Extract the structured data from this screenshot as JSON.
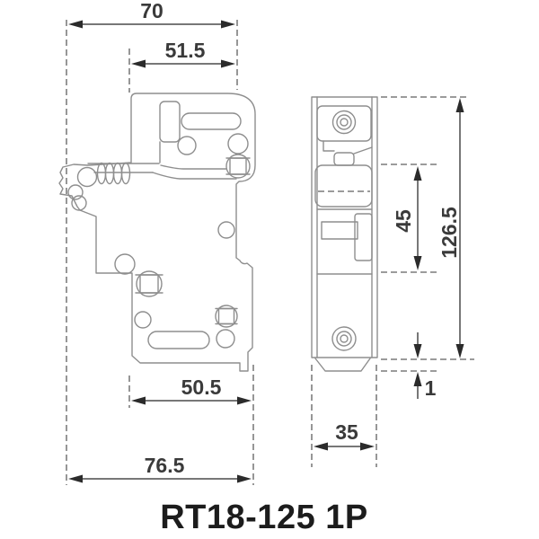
{
  "caption": {
    "label": "RT18-125 1P"
  },
  "side_view": {
    "dims": {
      "top_width": "70",
      "upper_width": "51.5",
      "lower_width": "50.5",
      "bottom_width": "76.5"
    }
  },
  "front_view": {
    "dims": {
      "carrier_height": "45",
      "total_height": "126.5",
      "foot_gap": "1",
      "width": "35"
    }
  },
  "colors": {
    "background": "#ffffff",
    "outline": "#8e8e8e",
    "dashed_line": "#5f5f5f",
    "dimension_line": "#4a4a4a",
    "arrowhead": "#2b2b2b",
    "dimension_text": "#3a3a3a",
    "caption_text": "#1c1c1c"
  }
}
